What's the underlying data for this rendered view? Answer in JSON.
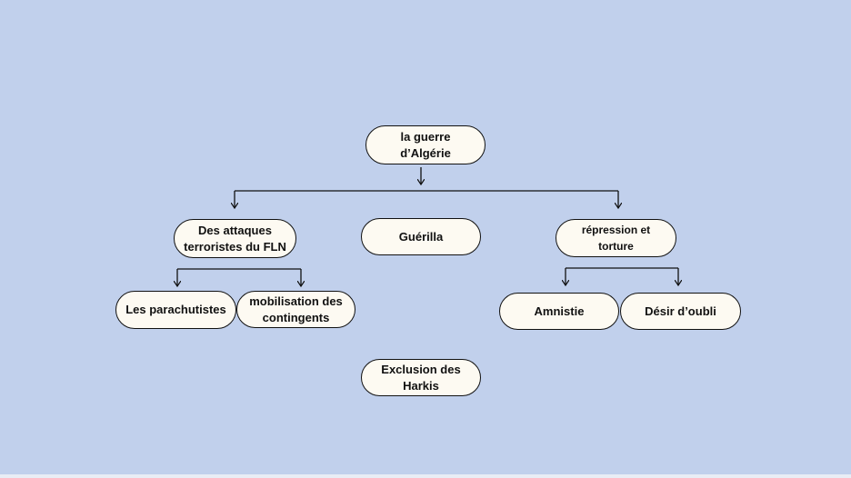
{
  "background_color": "#c1d0ec",
  "node_fill": "#fdfaf2",
  "line_color": "#111111",
  "nodes": {
    "root": "la guerre d’Algérie",
    "attaques": "Des attaques terroristes du FLN",
    "guerilla": "Guérilla",
    "repression": "répression et torture",
    "parachutistes": "Les parachutistes",
    "mobilisation": "mobilisation des contingents",
    "amnistie": "Amnistie",
    "desir": "Désir d’oubli",
    "exclusion": "Exclusion des Harkis"
  }
}
